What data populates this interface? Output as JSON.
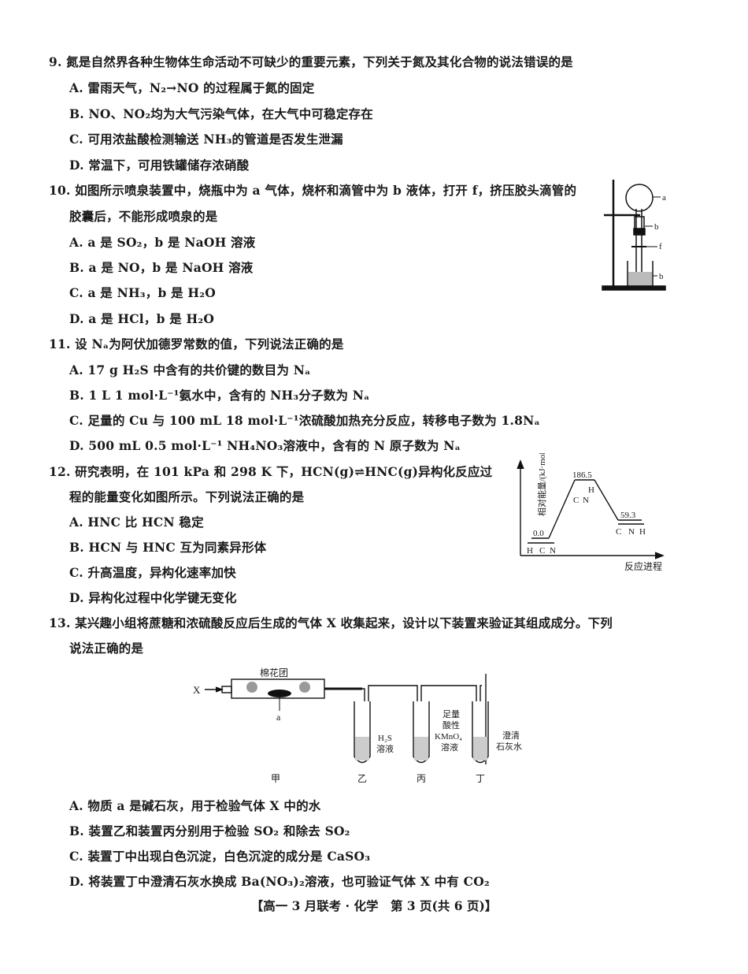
{
  "questions": [
    {
      "stem": [
        "9. 氮是自然界各种生物体生命活动不可缺少的重要元素，下列关于氮及其化合物的说法错误的是"
      ],
      "options": [
        "A. 雷雨天气，N₂→NO 的过程属于氮的固定",
        "B. NO、NO₂均为大气污染气体，在大气中可稳定存在",
        "C. 可用浓盐酸检测输送 NH₃的管道是否发生泄漏",
        "D. 常温下，可用铁罐储存浓硝酸"
      ]
    },
    {
      "stem": [
        "10. 如图所示喷泉装置中，烧瓶中为 a 气体，烧杯和滴管中为 b 液体，打开 f，挤压胶头滴管的",
        "胶囊后，不能形成喷泉的是"
      ],
      "options": [
        "A. a 是 SO₂，b 是 NaOH 溶液",
        "B. a 是 NO，b 是 NaOH 溶液",
        "C. a 是 NH₃，b 是 H₂O",
        "D. a 是 HCl，b 是 H₂O"
      ]
    },
    {
      "stem": [
        "11. 设 Nₐ为阿伏加德罗常数的值，下列说法正确的是"
      ],
      "options": [
        "A. 17 g H₂S 中含有的共价键的数目为 Nₐ",
        "B. 1 L 1 mol·L⁻¹氨水中，含有的 NH₃分子数为 Nₐ",
        "C. 足量的 Cu 与 100 mL 18 mol·L⁻¹浓硫酸加热充分反应，转移电子数为 1.8Nₐ",
        "D. 500 mL 0.5 mol·L⁻¹ NH₄NO₃溶液中，含有的 N 原子数为 Nₐ"
      ]
    },
    {
      "stem": [
        "12. 研究表明，在 101 kPa 和 298 K 下，HCN(g)⇌HNC(g)异构化反应过",
        "程的能量变化如图所示。下列说法正确的是"
      ],
      "options": [
        "A. HNC 比 HCN 稳定",
        "B. HCN 与 HNC 互为同素异形体",
        "C. 升高温度，异构化速率加快",
        "D. 异构化过程中化学键无变化"
      ]
    },
    {
      "stem": [
        "13. 某兴趣小组将蔗糖和浓硫酸反应后生成的气体 X 收集起来，设计以下装置来验证其组成成分。下列",
        "说法正确的是"
      ],
      "options": [
        "A. 物质 a 是碱石灰，用于检验气体 X 中的水",
        "B. 装置乙和装置丙分别用于检验 SO₂ 和除去 SO₂",
        "C. 装置丁中出现白色沉淀，白色沉淀的成分是 CaSO₃",
        "D. 将装置丁中澄清石灰水换成 Ba(NO₃)₂溶液，也可验证气体 X 中有 CO₂"
      ]
    }
  ],
  "fig10": {
    "a": "a",
    "b1": "b",
    "f": "f",
    "b2": "b"
  },
  "fig12": {
    "ylabel": "相对能量/(kJ·mol⁻¹)",
    "xlabel": "反应进程",
    "v0": "0.0",
    "vts": "186.5",
    "v1": "59.3",
    "hcn": [
      "H",
      "C",
      "N"
    ],
    "ts": [
      "C",
      "N",
      "H"
    ],
    "hnc": [
      "C",
      "N",
      "H"
    ]
  },
  "fig13": {
    "x": "X",
    "cotton": "棉花团",
    "a": "a",
    "jia": "甲",
    "yi": "乙",
    "bing": "丙",
    "ding": "丁",
    "yi_l1": "H₂S",
    "yi_l2": "溶液",
    "bing_l1": "足量",
    "bing_l2": "酸性",
    "bing_l3": "KMnO₄",
    "bing_l4": "溶液",
    "ding_l1": "澄清",
    "ding_l2": "石灰水"
  },
  "footer": "【高一 3 月联考 · 化学　第 3 页(共 6 页)】"
}
